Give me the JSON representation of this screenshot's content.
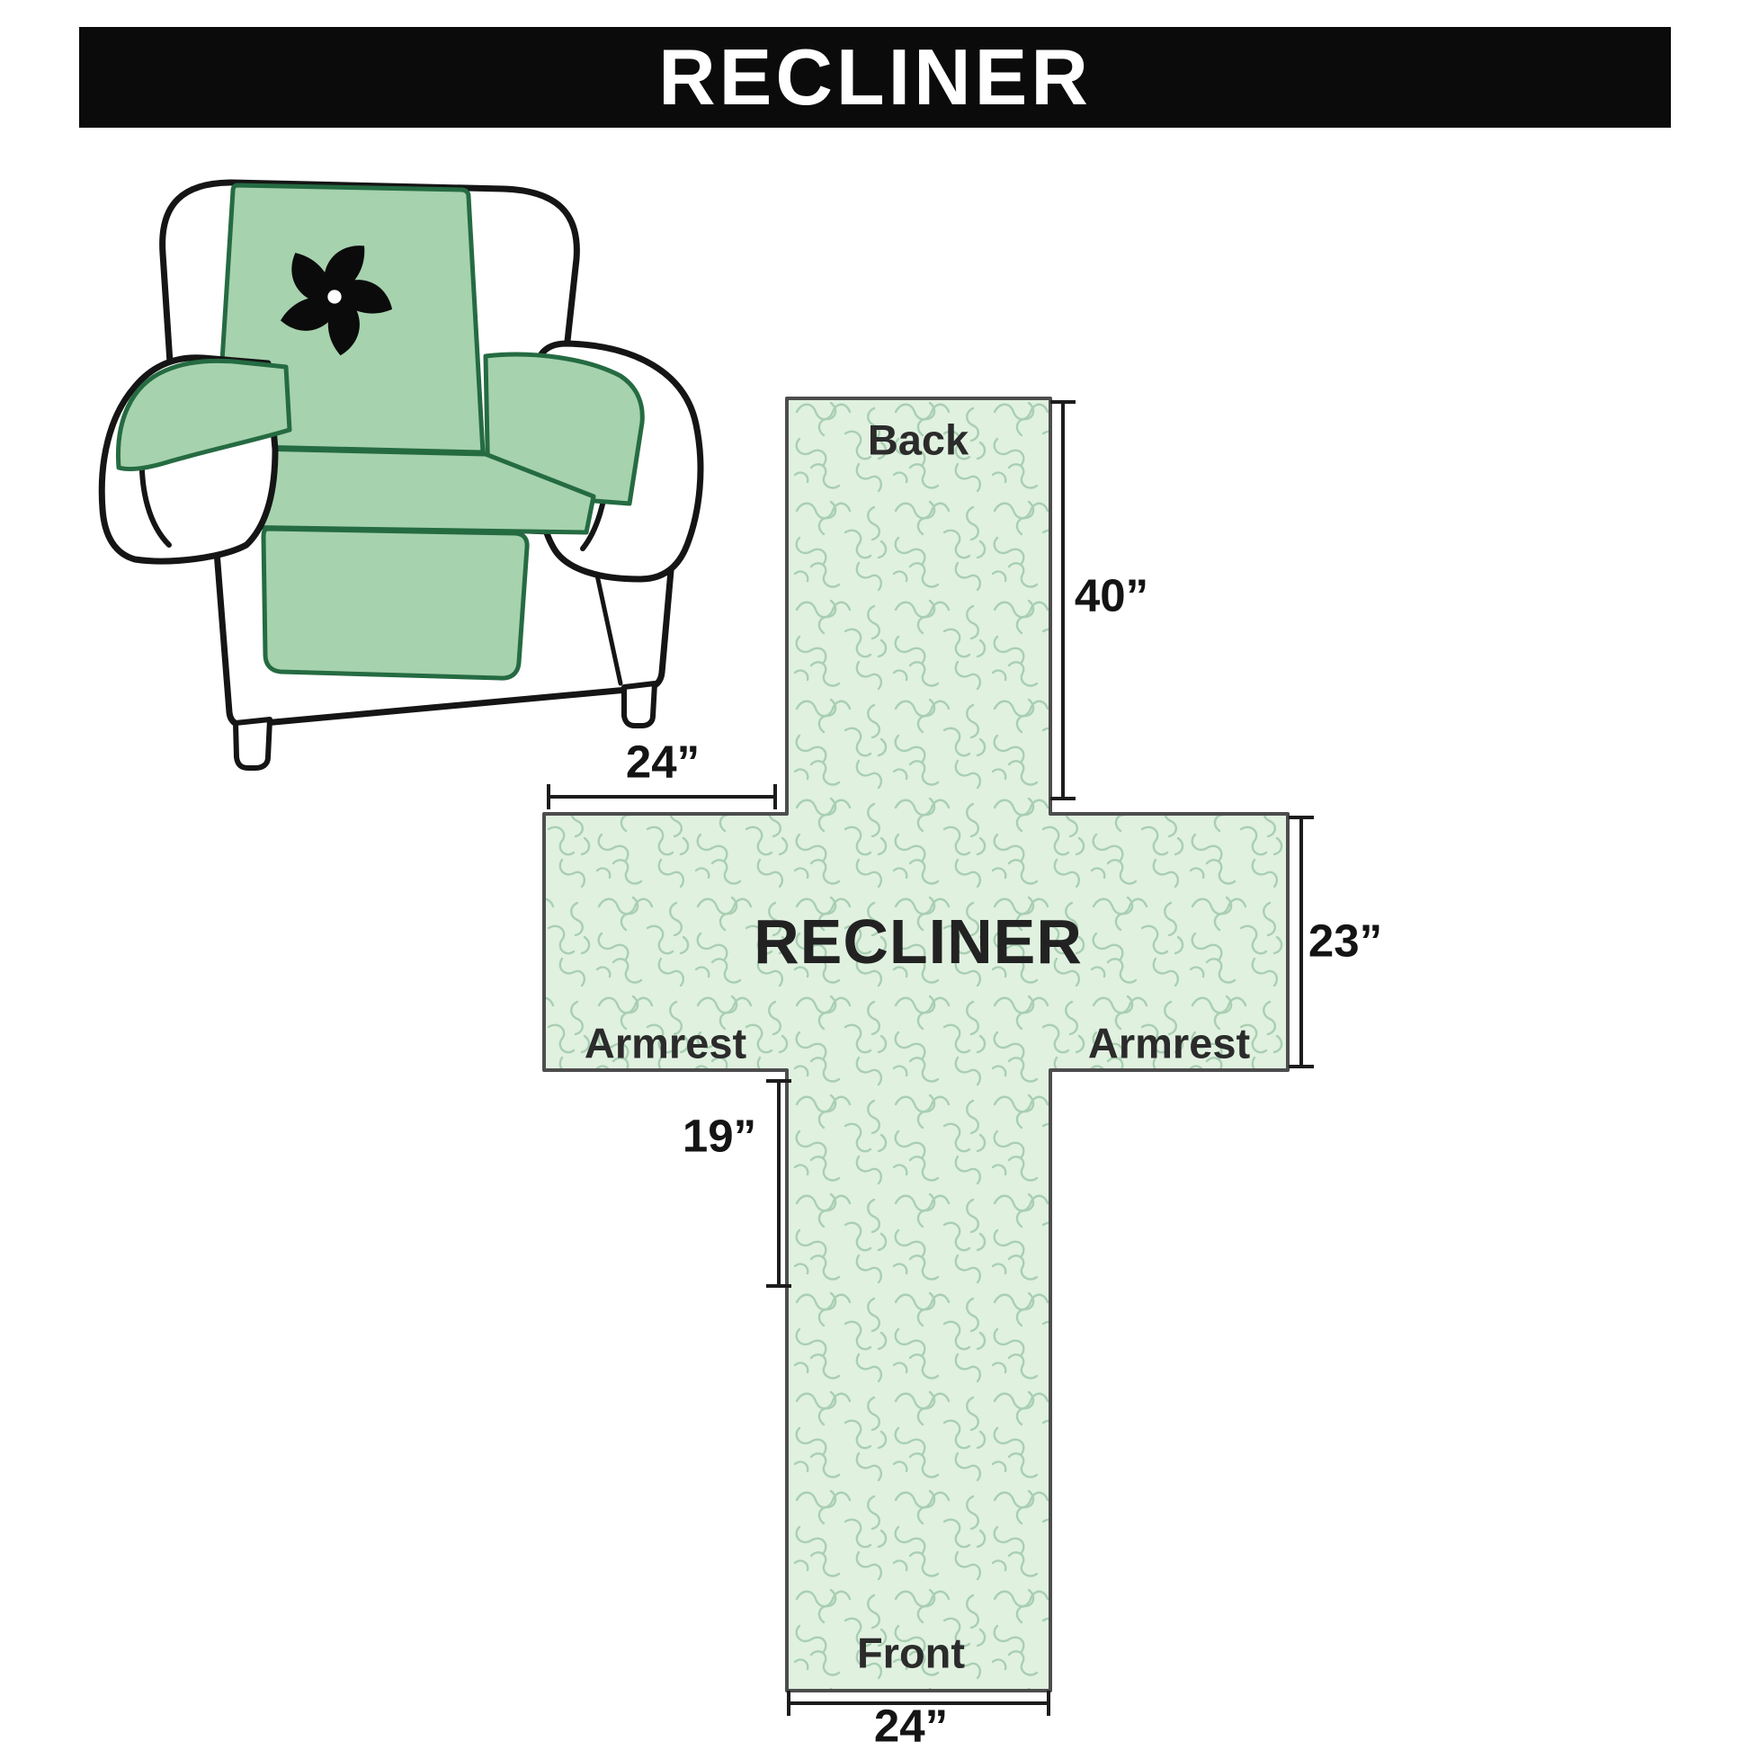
{
  "header": {
    "title": "RECLINER",
    "bg_color": "#0b0b0b",
    "text_color": "#ffffff"
  },
  "diagram": {
    "center_label": "RECLINER",
    "back_label": "Back",
    "front_label": "Front",
    "armrest_left_label": "Armrest",
    "armrest_right_label": "Armrest",
    "dim_back_height": "40”",
    "dim_arm_width": "24”",
    "dim_side_height": "23”",
    "dim_front_drop": "19”",
    "dim_front_width": "24”",
    "fill_color": "#e0f1e0",
    "pattern_color": "#a9cfb2",
    "outline_color": "#4d4d4d"
  },
  "chair": {
    "cover_color": "#a6d2ae",
    "cover_outline_color": "#256b42",
    "body_color": "#ffffff",
    "outline_color": "#151515",
    "logo_icon": "pinwheel-icon"
  }
}
